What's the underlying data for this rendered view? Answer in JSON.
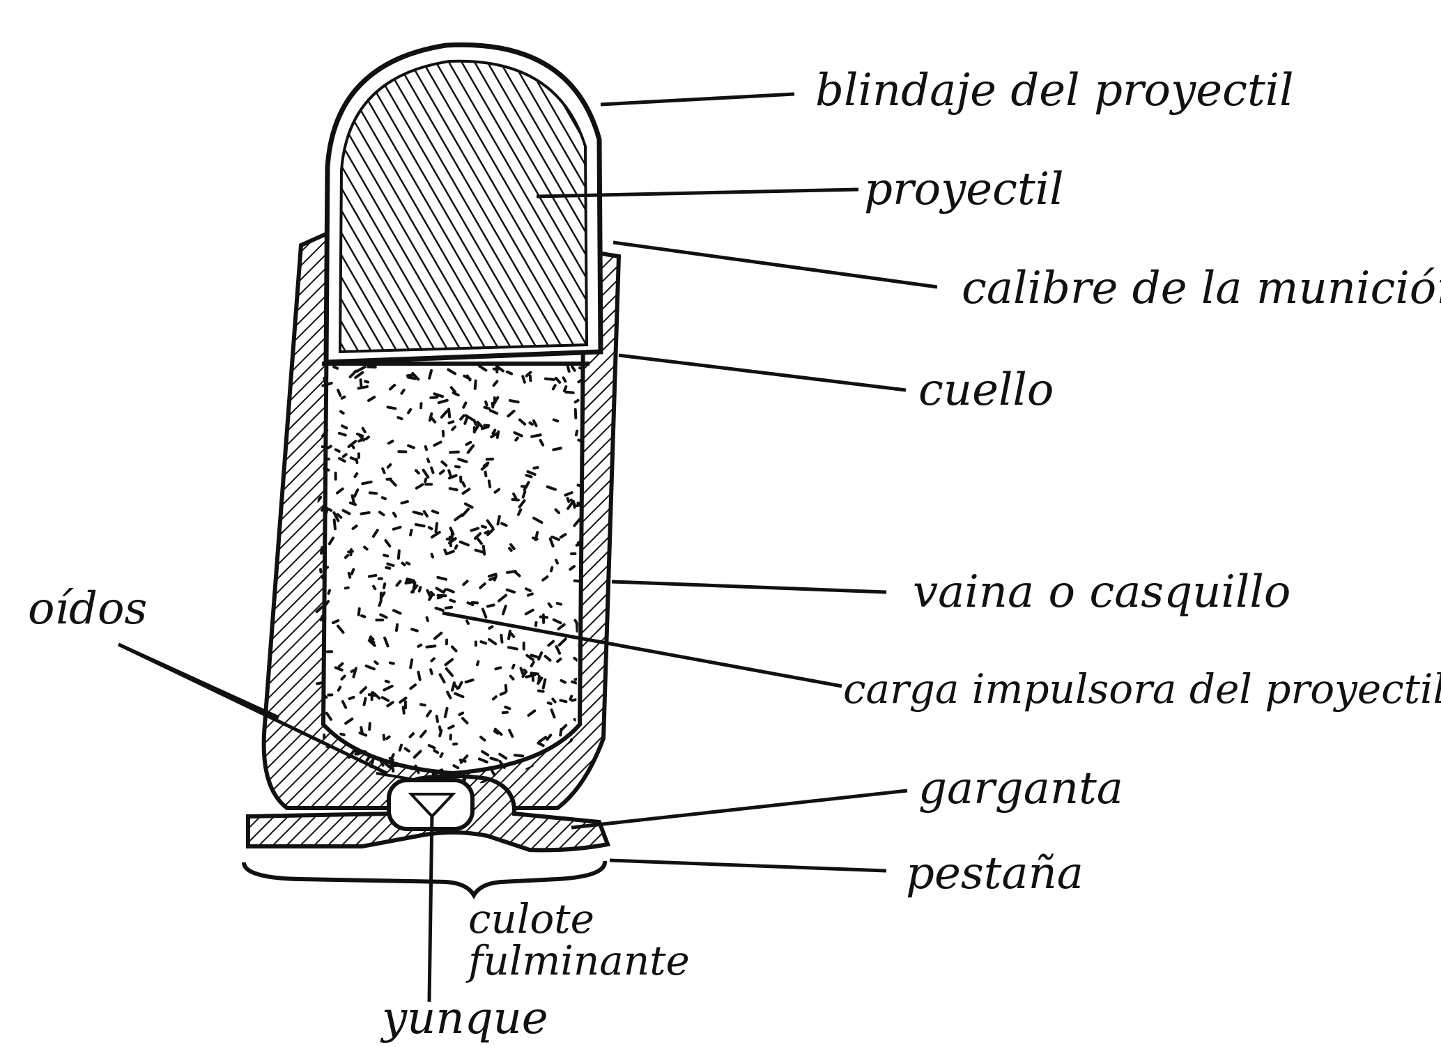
{
  "labels": {
    "blindaje": "blindaje del proyectil",
    "proyectil": "proyectil",
    "calibre": "calibre de la munición",
    "cuello": "cuello",
    "vaina": "vaina o casquillo",
    "carga": "carga impulsora del proyectil",
    "garganta": "garganta",
    "pestana": "pestaña",
    "oidos": "oídos",
    "culote_line1": "culote",
    "culote_line2": "fulminante",
    "yunque": "yunque"
  },
  "colors": {
    "ink": "#111111",
    "paper": "#ffffff"
  }
}
